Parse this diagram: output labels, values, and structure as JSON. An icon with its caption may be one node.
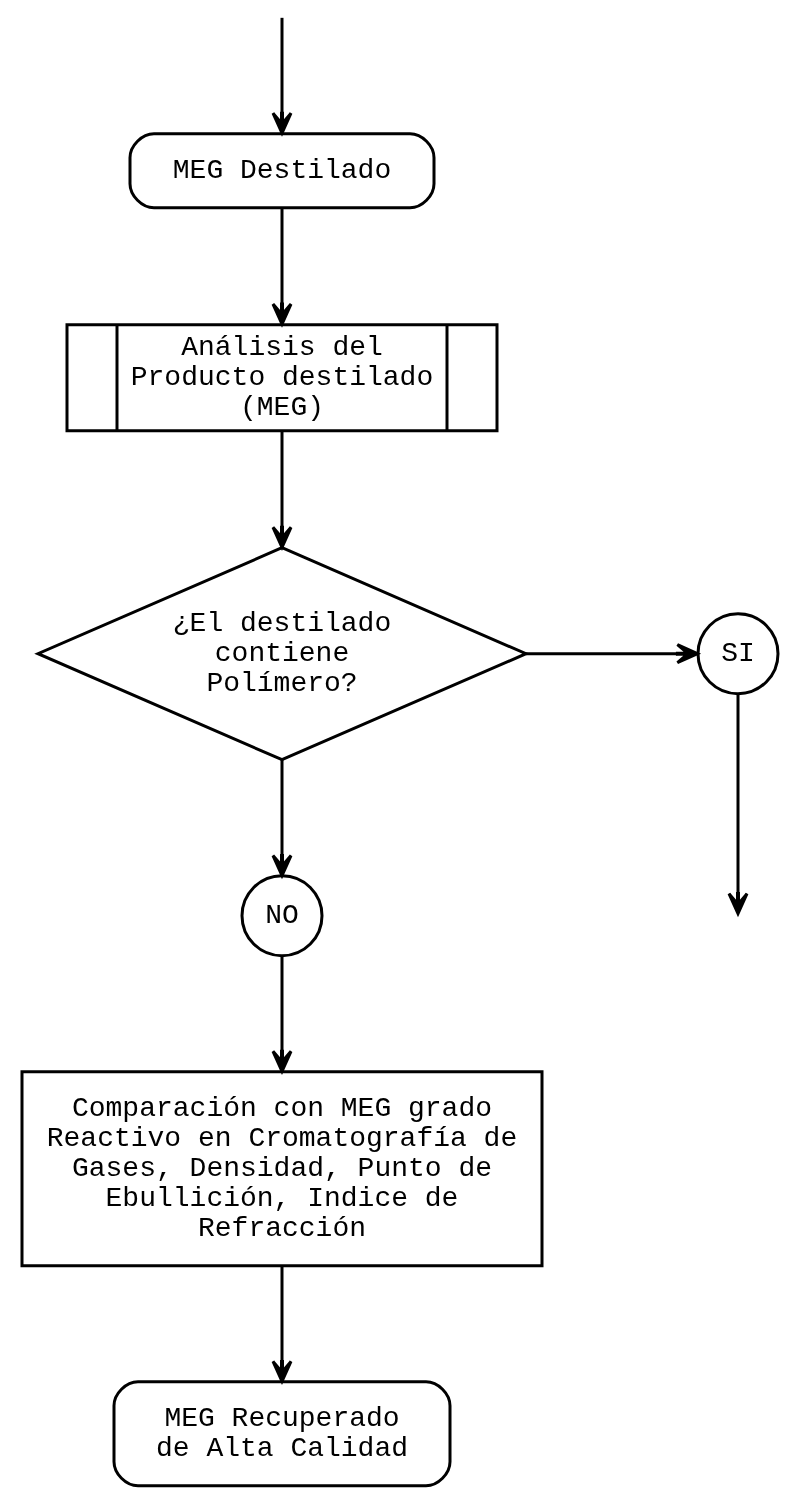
{
  "diagram": {
    "nodes": [
      {
        "text": [
          "MEG Destilado"
        ]
      },
      {
        "text": [
          "Análisis del Producto destilado (MEG)"
        ]
      },
      {
        "text": [
          "¿El destilado contiene Polímero?"
        ]
      },
      {
        "text": [
          "SI"
        ]
      },
      {
        "text": [
          "NO"
        ]
      },
      {
        "text": [
          "Comparación con MEG grado Reactivo en Cromatografía de Gases, Densidad, Punto de Ebullición, Indice de Refracción"
        ]
      },
      {
        "text": [
          "MEG Recuperado de Alta Calidad"
        ]
      }
    ],
    "edges": [
      {
        "from": null,
        "to": 0,
        "arrow": "to"
      },
      {
        "from": 0,
        "to": 1,
        "arrow": "to"
      },
      {
        "from": 1,
        "to": 2,
        "arrow": "to"
      },
      {
        "from": 2,
        "to": 3,
        "arrow": "to"
      },
      {
        "from": 3,
        "to": null,
        "arrow": "to"
      },
      {
        "from": 2,
        "to": 4,
        "arrow": "to"
      },
      {
        "from": 4,
        "to": 5,
        "arrow": "to"
      },
      {
        "from": 5,
        "to": 6,
        "arrow": "to"
      }
    ]
  }
}
